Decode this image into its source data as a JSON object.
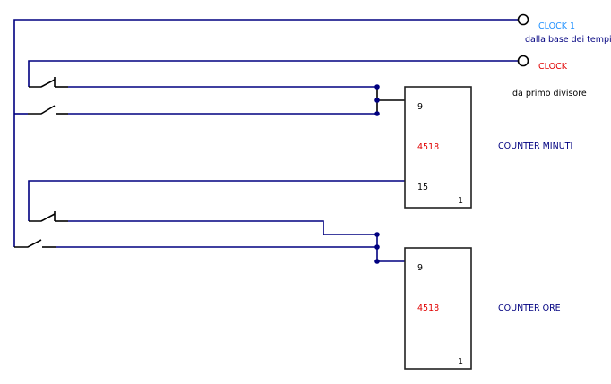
{
  "diagram": {
    "colors": {
      "wire": "#000080",
      "clock1_label": "#1e90ff",
      "clock_label": "#e00000",
      "chip_label": "#e00000",
      "caption": "#000080",
      "note": "#000000"
    },
    "inputs": [
      {
        "id": "clock1",
        "label": "CLOCK 1",
        "note": "dalla base dei tempi"
      },
      {
        "id": "clock",
        "label": "CLOCK",
        "note": "da primo divisore"
      }
    ],
    "counters": [
      {
        "id": "minuti",
        "chip": "4518",
        "caption": "COUNTER MINUTI",
        "pins": [
          "9",
          "15",
          "1"
        ]
      },
      {
        "id": "ore",
        "chip": "4518",
        "caption": "COUNTER ORE",
        "pins": [
          "9",
          "1"
        ]
      }
    ],
    "switches": [
      {
        "id": "sw1",
        "type": "push-button"
      },
      {
        "id": "sw2",
        "type": "switch"
      },
      {
        "id": "sw3",
        "type": "push-button"
      },
      {
        "id": "sw4",
        "type": "switch"
      }
    ]
  }
}
